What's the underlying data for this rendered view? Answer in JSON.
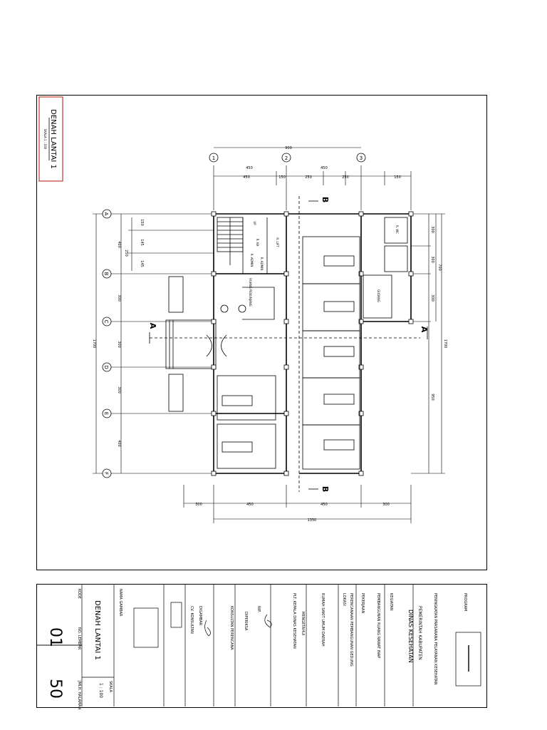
{
  "drawing": {
    "sheet_title": "DENAH LANTAI 1",
    "sheet_scale": "SKALA 1 : 100",
    "grid_cols": [
      "1",
      "2",
      "3"
    ],
    "grid_rows": [
      "A",
      "B",
      "C",
      "D",
      "E",
      "F"
    ],
    "section_a": "A",
    "section_b": "B",
    "dims_top": [
      "900",
      "450",
      "450",
      "450",
      "150",
      "250",
      "250",
      "150"
    ],
    "dims_bottom": [
      "300",
      "450",
      "450",
      "300",
      "1350"
    ],
    "dims_left": [
      "400",
      "300",
      "300",
      "300",
      "400",
      "1700",
      "150",
      "250",
      "145",
      "145"
    ],
    "dims_right": [
      "300",
      "300",
      "300",
      "950",
      "700",
      "1700"
    ],
    "room_labels": [
      "R. KA",
      "R. ADMIN",
      "R. ADMIN",
      "RUANG PENUNJANG",
      "R. LIFT",
      "GUDANG",
      "R. WC"
    ],
    "stair_label": "UP"
  },
  "title_block": {
    "program_label": "PROGRAM",
    "program_text": "PENINGKATAN PRASARANA PELAYANAN KESEHATAN",
    "agency_line1": "PEMERINTAH KABUPATEN",
    "agency_line2": "DINAS KESEHATAN",
    "kegiatan_label": "KEGIATAN",
    "kegiatan_text": "PEMBANGUNAN RUANG RAWAT INAP",
    "pekerjaan_label": "PEKERJAAN",
    "pekerjaan_text": "PERENCANAAN PEMBANGUNAN GEDUNG",
    "lokasi_label": "LOKASI",
    "lokasi_text": "RUMAH SAKIT UMUM DAERAH",
    "mengetahui_label": "MENGETAHUI",
    "mengetahui_text": "PLT. KEPALA DINAS KESEHATAN",
    "official_name": "NIP.",
    "checker_label": "DIPERIKSA",
    "checker_role": "KONSULTAN PERENCANA",
    "planner_label": "DIGAMBAR",
    "company_name": "CV. KONSULTAN",
    "nama_gambar_label": "NAMA GAMBAR",
    "nama_gambar_value": "DENAH LANTAI 1",
    "kode_label": "KODE",
    "skala_label": "SKALA",
    "skala_value": "1 : 100",
    "no_lembar_label": "NO. LEMBAR",
    "sheet_number": "01",
    "jumlah_label": "JMLH. HALAMAN",
    "total_sheets": "50"
  }
}
